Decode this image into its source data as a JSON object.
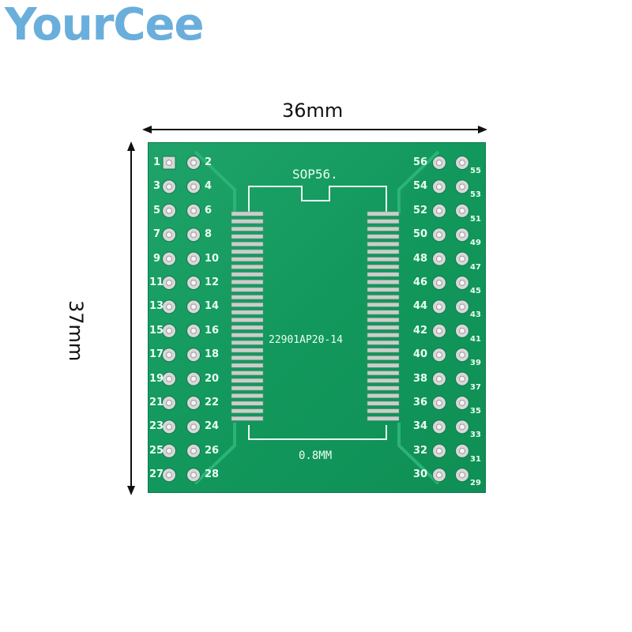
{
  "brand": {
    "logo_text": "YourCee"
  },
  "dimensions": {
    "width_label": "36mm",
    "height_label": "37mm"
  },
  "board": {
    "package_label": "SOP56.",
    "part_code": "22901AP20-14",
    "pitch_label": "0.8MM",
    "left_pin_labels": [
      "1",
      "2",
      "3",
      "4",
      "5",
      "6",
      "7",
      "8",
      "9",
      "10",
      "11",
      "12",
      "13",
      "14",
      "15",
      "16",
      "17",
      "18",
      "19",
      "20",
      "21",
      "22",
      "23",
      "24",
      "25",
      "26",
      "27",
      "28"
    ],
    "right_pin_labels": [
      "56",
      "55",
      "54",
      "53",
      "52",
      "51",
      "50",
      "49",
      "48",
      "47",
      "46",
      "45",
      "44",
      "43",
      "42",
      "41",
      "40",
      "39",
      "38",
      "37",
      "36",
      "35",
      "34",
      "33",
      "32",
      "31",
      "30",
      "29"
    ],
    "colors": {
      "pcb": "#139a5e",
      "silkscreen": "#eafff3",
      "pad": "#d8d8d8"
    }
  }
}
